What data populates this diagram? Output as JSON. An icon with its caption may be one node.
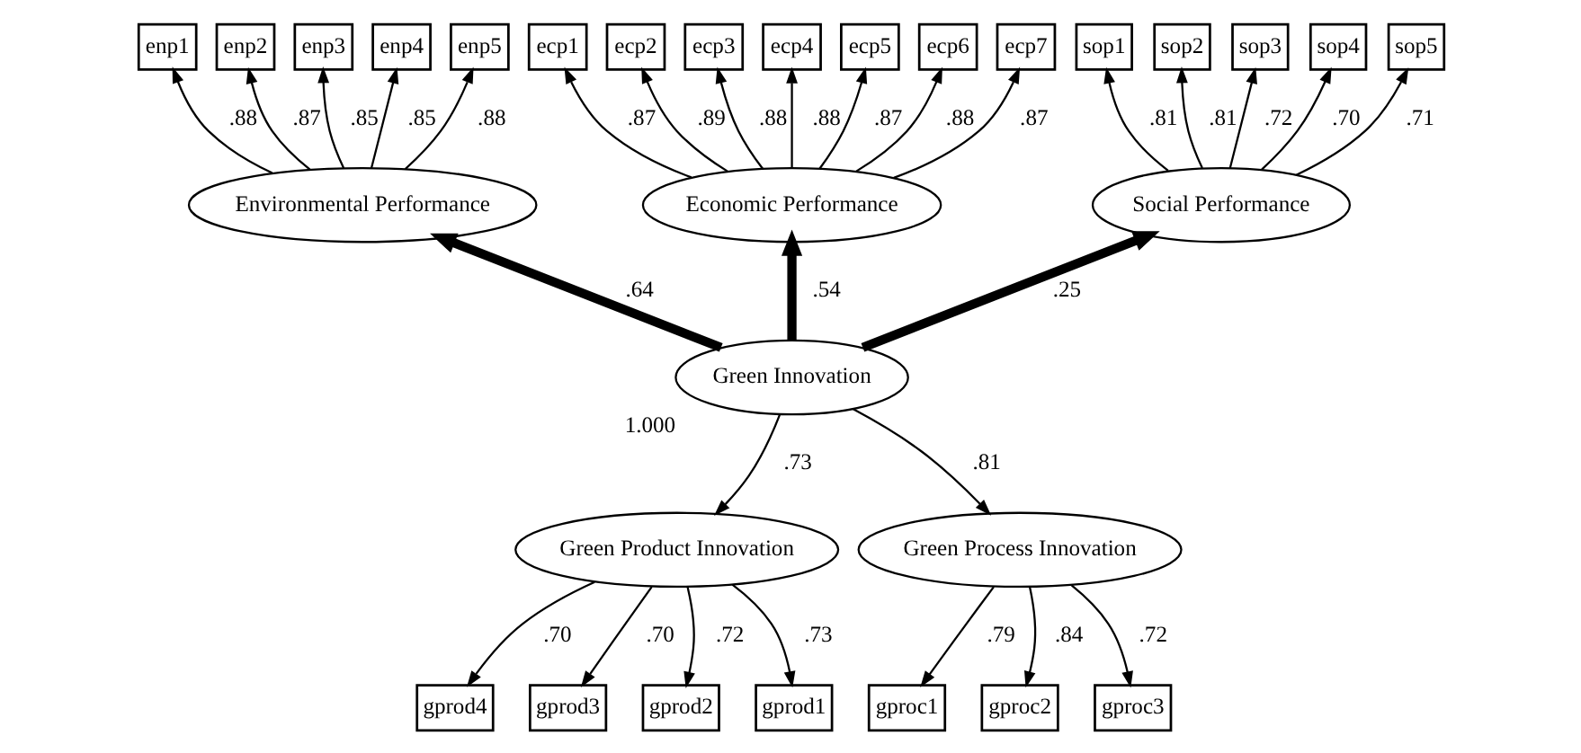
{
  "diagram": {
    "nodes": [
      {
        "text": [
          "enp1"
        ]
      },
      {
        "text": [
          "enp2"
        ]
      },
      {
        "text": [
          "enp3"
        ]
      },
      {
        "text": [
          "enp4"
        ]
      },
      {
        "text": [
          "enp5"
        ]
      },
      {
        "text": [
          "ecp1"
        ]
      },
      {
        "text": [
          "ecp2"
        ]
      },
      {
        "text": [
          "ecp3"
        ]
      },
      {
        "text": [
          "ecp4"
        ]
      },
      {
        "text": [
          "ecp5"
        ]
      },
      {
        "text": [
          "ecp6"
        ]
      },
      {
        "text": [
          "ecp7"
        ]
      },
      {
        "text": [
          "sop1"
        ]
      },
      {
        "text": [
          "sop2"
        ]
      },
      {
        "text": [
          "sop3"
        ]
      },
      {
        "text": [
          "sop4"
        ]
      },
      {
        "text": [
          "sop5"
        ]
      },
      {
        "text": [
          "Environmental Performance"
        ]
      },
      {
        "text": [
          "Economic Performance"
        ]
      },
      {
        "text": [
          "Social Performance"
        ]
      },
      {
        "text": [
          "Green Innovation"
        ],
        "beside": [
          "1.000"
        ]
      },
      {
        "text": [
          "gprod4"
        ]
      },
      {
        "text": [
          "gprod3"
        ]
      },
      {
        "text": [
          "gprod2"
        ]
      },
      {
        "text": [
          "gprod1"
        ]
      },
      {
        "text": [
          "Green Product Innovation"
        ]
      },
      {
        "text": [
          "Green Process Innovation"
        ]
      },
      {
        "text": [
          "gproc1"
        ]
      },
      {
        "text": [
          "gproc2"
        ]
      },
      {
        "text": [
          "gproc3"
        ]
      }
    ],
    "edges": [
      {
        "from": 17,
        "to": 0,
        "arrow": "to",
        "label": ".88"
      },
      {
        "from": 17,
        "to": 1,
        "arrow": "to",
        "label": ".87"
      },
      {
        "from": 17,
        "to": 2,
        "arrow": "to",
        "label": ".85"
      },
      {
        "from": 17,
        "to": 3,
        "arrow": "to",
        "label": ".85"
      },
      {
        "from": 17,
        "to": 4,
        "arrow": "to",
        "label": ".88"
      },
      {
        "from": 18,
        "to": 5,
        "arrow": "to",
        "label": ".87"
      },
      {
        "from": 18,
        "to": 6,
        "arrow": "to",
        "label": ".89"
      },
      {
        "from": 18,
        "to": 7,
        "arrow": "to",
        "label": ".88"
      },
      {
        "from": 18,
        "to": 8,
        "arrow": "to",
        "label": ".88"
      },
      {
        "from": 18,
        "to": 9,
        "arrow": "to",
        "label": ".87"
      },
      {
        "from": 18,
        "to": 10,
        "arrow": "to",
        "label": ".88"
      },
      {
        "from": 18,
        "to": 11,
        "arrow": "to",
        "label": ".87"
      },
      {
        "from": 19,
        "to": 12,
        "arrow": "to",
        "label": ".81"
      },
      {
        "from": 19,
        "to": 13,
        "arrow": "to",
        "label": ".81"
      },
      {
        "from": 19,
        "to": 14,
        "arrow": "to",
        "label": ".72"
      },
      {
        "from": 19,
        "to": 15,
        "arrow": "to",
        "label": ".70"
      },
      {
        "from": 19,
        "to": 16,
        "arrow": "to",
        "label": ".71"
      },
      {
        "from": 20,
        "to": 17,
        "arrow": "to",
        "label": ".64",
        "style": "thick"
      },
      {
        "from": 20,
        "to": 18,
        "arrow": "to",
        "label": ".54",
        "style": "thick"
      },
      {
        "from": 20,
        "to": 19,
        "arrow": "to",
        "label": ".25",
        "style": "thick"
      },
      {
        "from": 20,
        "to": 25,
        "arrow": "to",
        "label": ".73"
      },
      {
        "from": 20,
        "to": 26,
        "arrow": "to",
        "label": ".81"
      },
      {
        "from": 25,
        "to": 21,
        "arrow": "to",
        "label": ".70"
      },
      {
        "from": 25,
        "to": 22,
        "arrow": "to",
        "label": ".70"
      },
      {
        "from": 25,
        "to": 23,
        "arrow": "to",
        "label": ".72"
      },
      {
        "from": 25,
        "to": 24,
        "arrow": "to",
        "label": ".73"
      },
      {
        "from": 26,
        "to": 27,
        "arrow": "to",
        "label": ".79"
      },
      {
        "from": 26,
        "to": 28,
        "arrow": "to",
        "label": ".84"
      },
      {
        "from": 26,
        "to": 29,
        "arrow": "to",
        "label": ".72"
      }
    ]
  }
}
